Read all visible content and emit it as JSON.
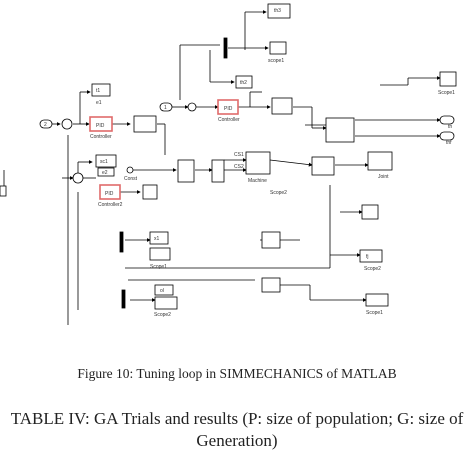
{
  "figure_caption": "Figure 10: Tuning loop in SIMMECHANICS of MATLAB",
  "table_caption": "TABLE IV: GA Trials and results (P: size of population; G: size of Generation)",
  "colors": {
    "pid_block": "#e06a6a",
    "line": "#000000",
    "block": "#ffffff"
  },
  "blocks": {
    "in_2": "2",
    "in_1": "1",
    "t1": "t1",
    "e1": "e1",
    "pid1": "PID",
    "pid1_sub": "Controller",
    "e2": "e2",
    "sc1": "sc1",
    "pid2": "PID",
    "pid2_sub": "Controller2",
    "const": "Const",
    "pid3": "PID",
    "pid3_sub": "Controller",
    "x1": "x1",
    "ol": "ol",
    "cs1": "CS1",
    "cs2": "CS2",
    "joint": "Joint",
    "machine": "Machine",
    "th2": "th2",
    "th3": "th3",
    "scope_top": "scope1",
    "scope_q": "Scope1",
    "scope_yq": "Scope2",
    "scope_mid": "Scope1",
    "scope_bot": "Scope2",
    "out_r": "th",
    "out_b": "thf",
    "lab_right1": "Scope2",
    "lab_right2": "fj",
    "lab_right3": "Scope1"
  }
}
